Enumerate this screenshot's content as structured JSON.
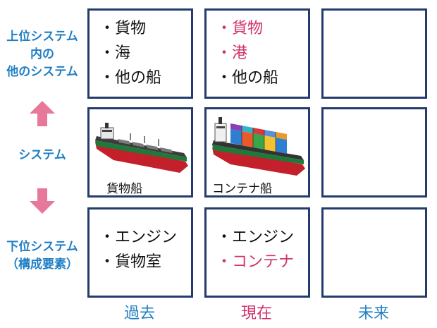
{
  "row_labels": {
    "upper": [
      "上位システム",
      "内の",
      "他のシステム"
    ],
    "system": "システム",
    "lower": [
      "下位システム",
      "（構成要素）"
    ]
  },
  "column_labels": {
    "past": "過去",
    "present": "現在",
    "future": "未来"
  },
  "cells": {
    "upper_past": [
      {
        "dot": "・",
        "text": "貨物"
      },
      {
        "dot": "・",
        "text": "海"
      },
      {
        "dot": "・",
        "text": "他の船"
      }
    ],
    "upper_present": [
      {
        "dot": "・",
        "text": "貨物"
      },
      {
        "dot": "・",
        "text": "港"
      },
      {
        "dot": "・",
        "text": "他の船"
      }
    ],
    "system_past_label": "貨物船",
    "system_present_label": "コンテナ船",
    "lower_past": [
      {
        "dot": "・",
        "text": "エンジン"
      },
      {
        "dot": "・",
        "text": "貨物室"
      }
    ],
    "lower_present": [
      {
        "dot": "・",
        "text": "エンジン"
      },
      {
        "dot": "・",
        "text": "コンテナ"
      }
    ]
  },
  "colors": {
    "label_blue": "#1f7fc4",
    "highlight_pink": "#d0336e",
    "grid_border": "#233c6b",
    "arrow_pink": "#e8789a"
  }
}
